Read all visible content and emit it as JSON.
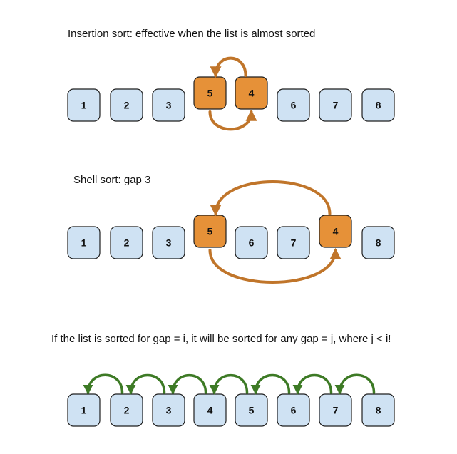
{
  "colors": {
    "normal_fill": "#cfe2f3",
    "normal_stroke": "#1f1f1f",
    "highlight_fill": "#e69138",
    "highlight_stroke": "#1f1f1f",
    "orange_arrow": "#c0752a",
    "green_arrow": "#3d7a25",
    "text": "#111111"
  },
  "sections": [
    {
      "caption": "Insertion sort: effective when the list is almost sorted",
      "items": [
        "1",
        "2",
        "3",
        "5",
        "4",
        "6",
        "7",
        "8"
      ],
      "highlighted": [
        "5",
        "4"
      ],
      "arrows": [
        {
          "color": "orange",
          "from": "4",
          "to": "5",
          "side": "top"
        },
        {
          "color": "orange",
          "from": "5",
          "to": "4",
          "side": "bottom"
        }
      ]
    },
    {
      "caption": "Shell sort: gap 3",
      "items": [
        "1",
        "2",
        "3",
        "5",
        "6",
        "7",
        "4",
        "8"
      ],
      "highlighted": [
        "5",
        "4"
      ],
      "arrows": [
        {
          "color": "orange",
          "from": "4",
          "to": "5",
          "side": "top"
        },
        {
          "color": "orange",
          "from": "5",
          "to": "4",
          "side": "bottom"
        }
      ]
    },
    {
      "caption": "If the list is sorted for gap = i, it will be sorted for any gap = j, where j < i!",
      "items": [
        "1",
        "2",
        "3",
        "4",
        "5",
        "6",
        "7",
        "8"
      ],
      "highlighted": [],
      "arrows": [
        {
          "color": "green",
          "from": "2",
          "to": "1",
          "side": "top"
        },
        {
          "color": "green",
          "from": "3",
          "to": "2",
          "side": "top"
        },
        {
          "color": "green",
          "from": "4",
          "to": "3",
          "side": "top"
        },
        {
          "color": "green",
          "from": "5",
          "to": "4",
          "side": "top"
        },
        {
          "color": "green",
          "from": "6",
          "to": "5",
          "side": "top"
        },
        {
          "color": "green",
          "from": "7",
          "to": "6",
          "side": "top"
        },
        {
          "color": "green",
          "from": "8",
          "to": "7",
          "side": "top"
        }
      ]
    }
  ]
}
